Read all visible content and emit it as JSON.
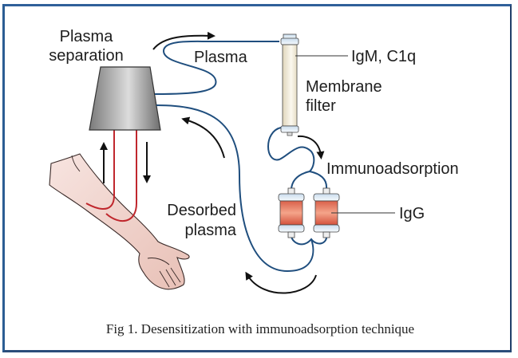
{
  "figure": {
    "labels": {
      "plasma_separation_line1": "Plasma",
      "plasma_separation_line2": "separation",
      "plasma": "Plasma",
      "igm_c1q": "IgM, C1q",
      "membrane_line1": "Membrane",
      "membrane_line2": "filter",
      "immunoadsorption": "Immunoadsorption",
      "igg": "IgG",
      "desorbed_line1": "Desorbed",
      "desorbed_line2": "plasma"
    },
    "caption": "Fig 1. Desensitization with immunoadsorption technique",
    "colors": {
      "border": "#2b5d93",
      "tubing": "#1f4e7e",
      "blood_line": "#c0272d",
      "column_fill": "#e07a5f",
      "filter_fill": "#f3efe2"
    }
  }
}
